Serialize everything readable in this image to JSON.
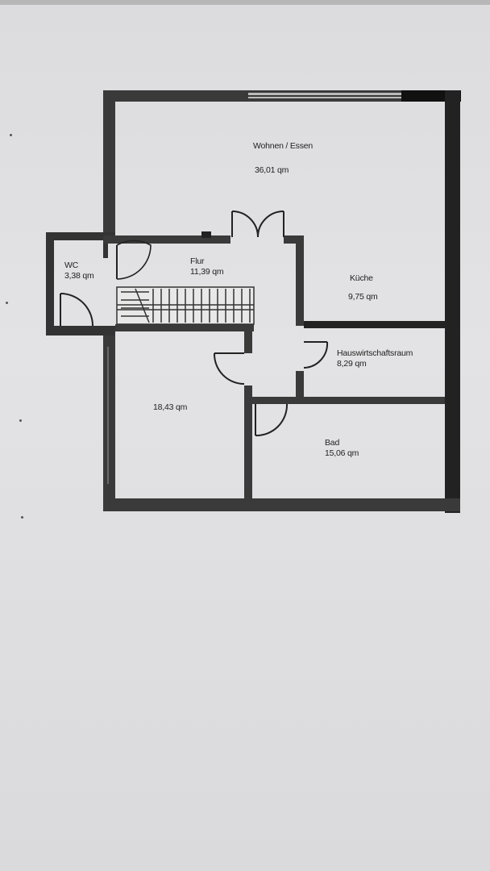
{
  "floor_plan": {
    "rooms": [
      {
        "id": "wohnen",
        "name": "Wohnen / Essen",
        "area": "36,01 qm"
      },
      {
        "id": "wc",
        "name": "WC",
        "area": "3,38 qm"
      },
      {
        "id": "flur",
        "name": "Flur",
        "area": "11,39 qm"
      },
      {
        "id": "kueche",
        "name": "Küche",
        "area": "9,75 qm"
      },
      {
        "id": "hwr",
        "name": "Hauswirtschaftsraum",
        "area": "8,29 qm"
      },
      {
        "id": "zimmer",
        "name": "",
        "area": "18,43 qm"
      },
      {
        "id": "bad",
        "name": "Bad",
        "area": "15,06 qm"
      }
    ]
  }
}
